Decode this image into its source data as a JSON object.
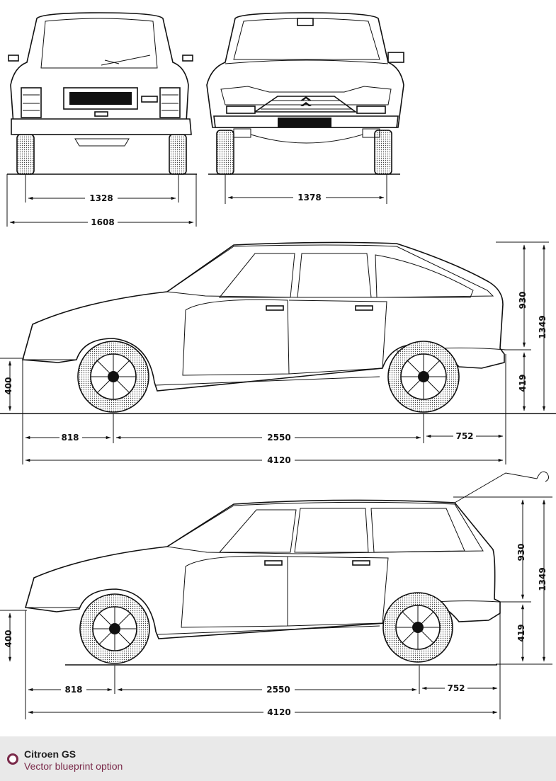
{
  "dimensions": {
    "rear_track": "1328",
    "front_track": "1378",
    "overall_width": "1608",
    "sedan": {
      "roof_height": "930",
      "overall_height": "1349",
      "sill_height": "419",
      "front_wheel_height": "400",
      "front_overhang": "818",
      "wheelbase": "2550",
      "rear_overhang": "752",
      "overall_length": "4120"
    },
    "estate": {
      "roof_height": "930",
      "overall_height": "1349",
      "sill_height": "419",
      "front_wheel_height": "400",
      "front_overhang": "818",
      "wheelbase": "2550",
      "rear_overhang": "752",
      "overall_length": "4120"
    }
  },
  "caption": {
    "title": "Citroen GS",
    "subtitle": "Vector blueprint option",
    "accent_color": "#7a2a4a",
    "background_color": "#e9e9e9",
    "icon": "radio-circle-icon"
  }
}
